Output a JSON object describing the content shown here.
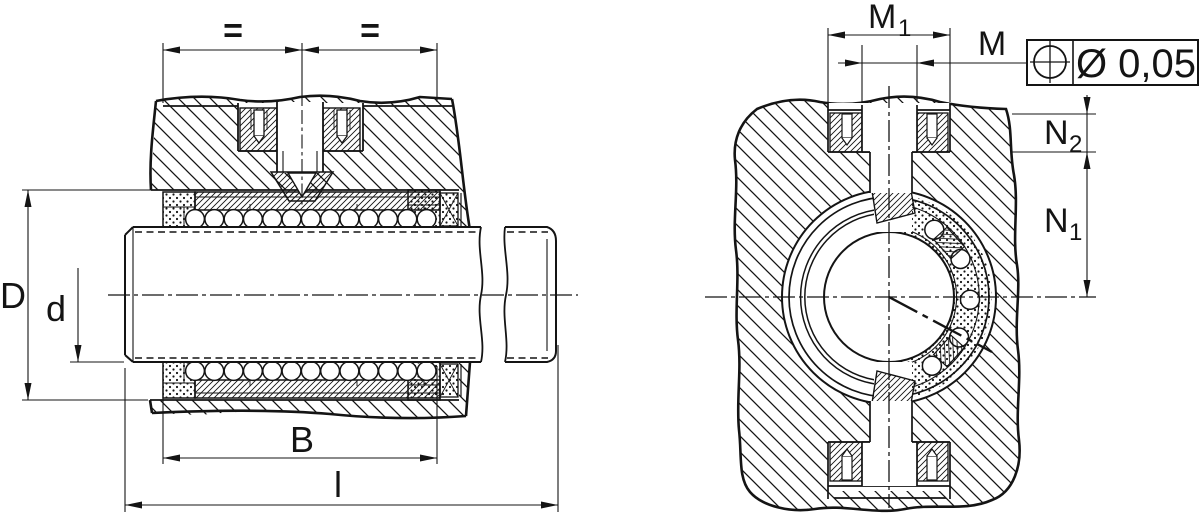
{
  "drawing": {
    "type": "technical-section-drawing",
    "subject": "linear ball bearing unit, front and side cross-sections",
    "colors": {
      "line": "#141414",
      "background": "#ffffff"
    },
    "front_view": {
      "equal_left": "=",
      "equal_right": "=",
      "dim_D": "D",
      "dim_d": "d",
      "dim_B": "B",
      "dim_l": "l"
    },
    "side_view": {
      "dim_M1_base": "M",
      "dim_M1_sub": "1",
      "dim_M": "M",
      "dim_N2_base": "N",
      "dim_N2_sub": "2",
      "dim_N1_base": "N",
      "dim_N1_sub": "1"
    },
    "tolerance_frame": {
      "symbol": "position-tolerance",
      "value": "Ø 0,05"
    }
  }
}
